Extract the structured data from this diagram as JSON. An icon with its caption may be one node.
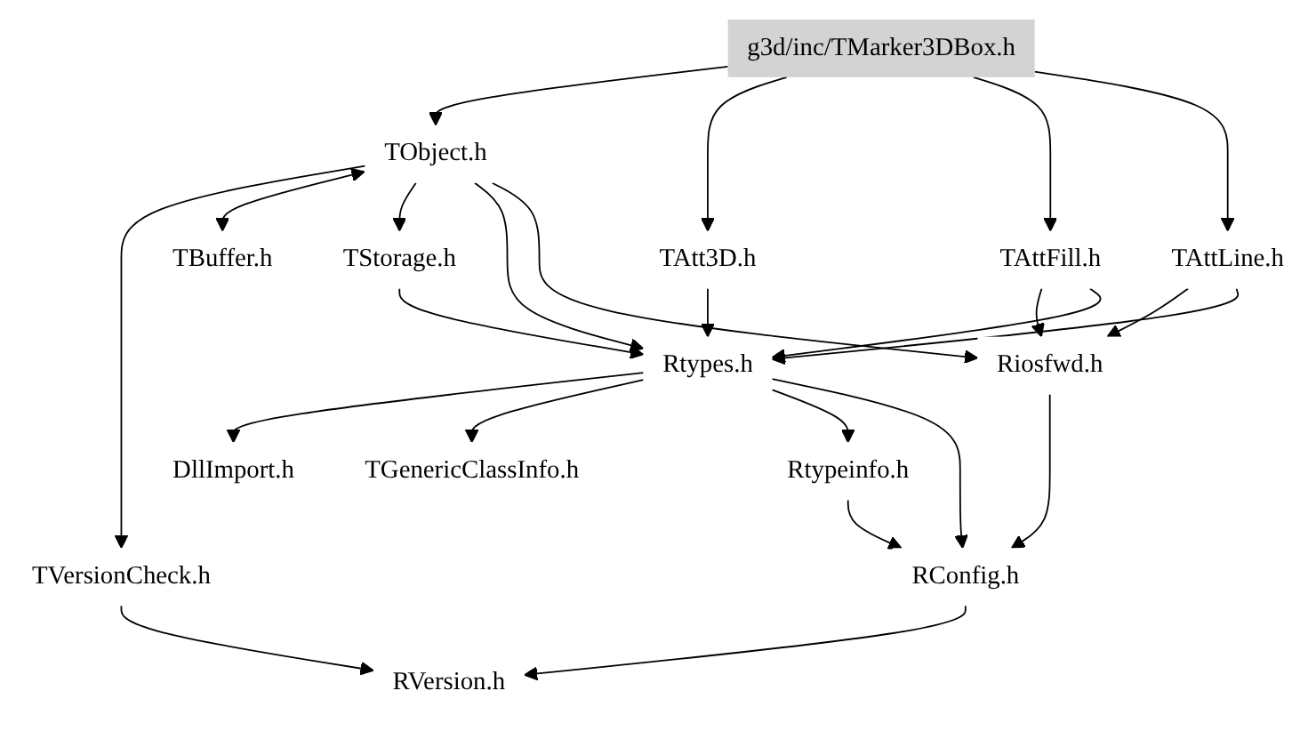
{
  "diagram": {
    "nodes": [
      {
        "text": [
          "g3d/inc/TMarker3DBox.h"
        ]
      },
      {
        "text": [
          "TObject.h"
        ]
      },
      {
        "text": [
          "TAttFill.h"
        ]
      },
      {
        "text": [
          "TAttLine.h"
        ]
      },
      {
        "text": [
          "TBuffer.h"
        ]
      },
      {
        "text": [
          "TStorage.h"
        ]
      },
      {
        "text": [
          "TAtt3D.h"
        ]
      },
      {
        "text": [
          "Riosfwd.h"
        ]
      },
      {
        "text": [
          "TVersionCheck.h"
        ]
      },
      {
        "text": [
          "Rtypes.h"
        ]
      },
      {
        "text": [
          "DllImport.h"
        ]
      },
      {
        "text": [
          "TGenericClassInfo.h"
        ]
      },
      {
        "text": [
          "Rtypeinfo.h"
        ]
      },
      {
        "text": [
          "RConfig.h"
        ]
      },
      {
        "text": [
          "RVersion.h"
        ]
      }
    ],
    "edges": [
      {
        "from": 0,
        "to": 1,
        "arrow": "to"
      },
      {
        "from": 0,
        "to": 6,
        "arrow": "to"
      },
      {
        "from": 0,
        "to": 2,
        "arrow": "to"
      },
      {
        "from": 0,
        "to": 3,
        "arrow": "to"
      },
      {
        "from": 1,
        "to": 8,
        "arrow": "to"
      },
      {
        "from": 1,
        "to": 4,
        "arrow": "both"
      },
      {
        "from": 1,
        "to": 5,
        "arrow": "to"
      },
      {
        "from": 1,
        "to": 9,
        "arrow": "to"
      },
      {
        "from": 1,
        "to": 7,
        "arrow": "to"
      },
      {
        "from": 2,
        "to": 7,
        "arrow": "to"
      },
      {
        "from": 2,
        "to": 9,
        "arrow": "to"
      },
      {
        "from": 3,
        "to": 7,
        "arrow": "to"
      },
      {
        "from": 3,
        "to": 9,
        "arrow": "to"
      },
      {
        "from": 5,
        "to": 9,
        "arrow": "to"
      },
      {
        "from": 6,
        "to": 9,
        "arrow": "to"
      },
      {
        "from": 7,
        "to": 13,
        "arrow": "to"
      },
      {
        "from": 8,
        "to": 14,
        "arrow": "to"
      },
      {
        "from": 9,
        "to": 10,
        "arrow": "to"
      },
      {
        "from": 9,
        "to": 11,
        "arrow": "to"
      },
      {
        "from": 9,
        "to": 12,
        "arrow": "to"
      },
      {
        "from": 9,
        "to": 13,
        "arrow": "to"
      },
      {
        "from": 12,
        "to": 13,
        "arrow": "to"
      },
      {
        "from": 13,
        "to": 14,
        "arrow": "to"
      }
    ]
  }
}
